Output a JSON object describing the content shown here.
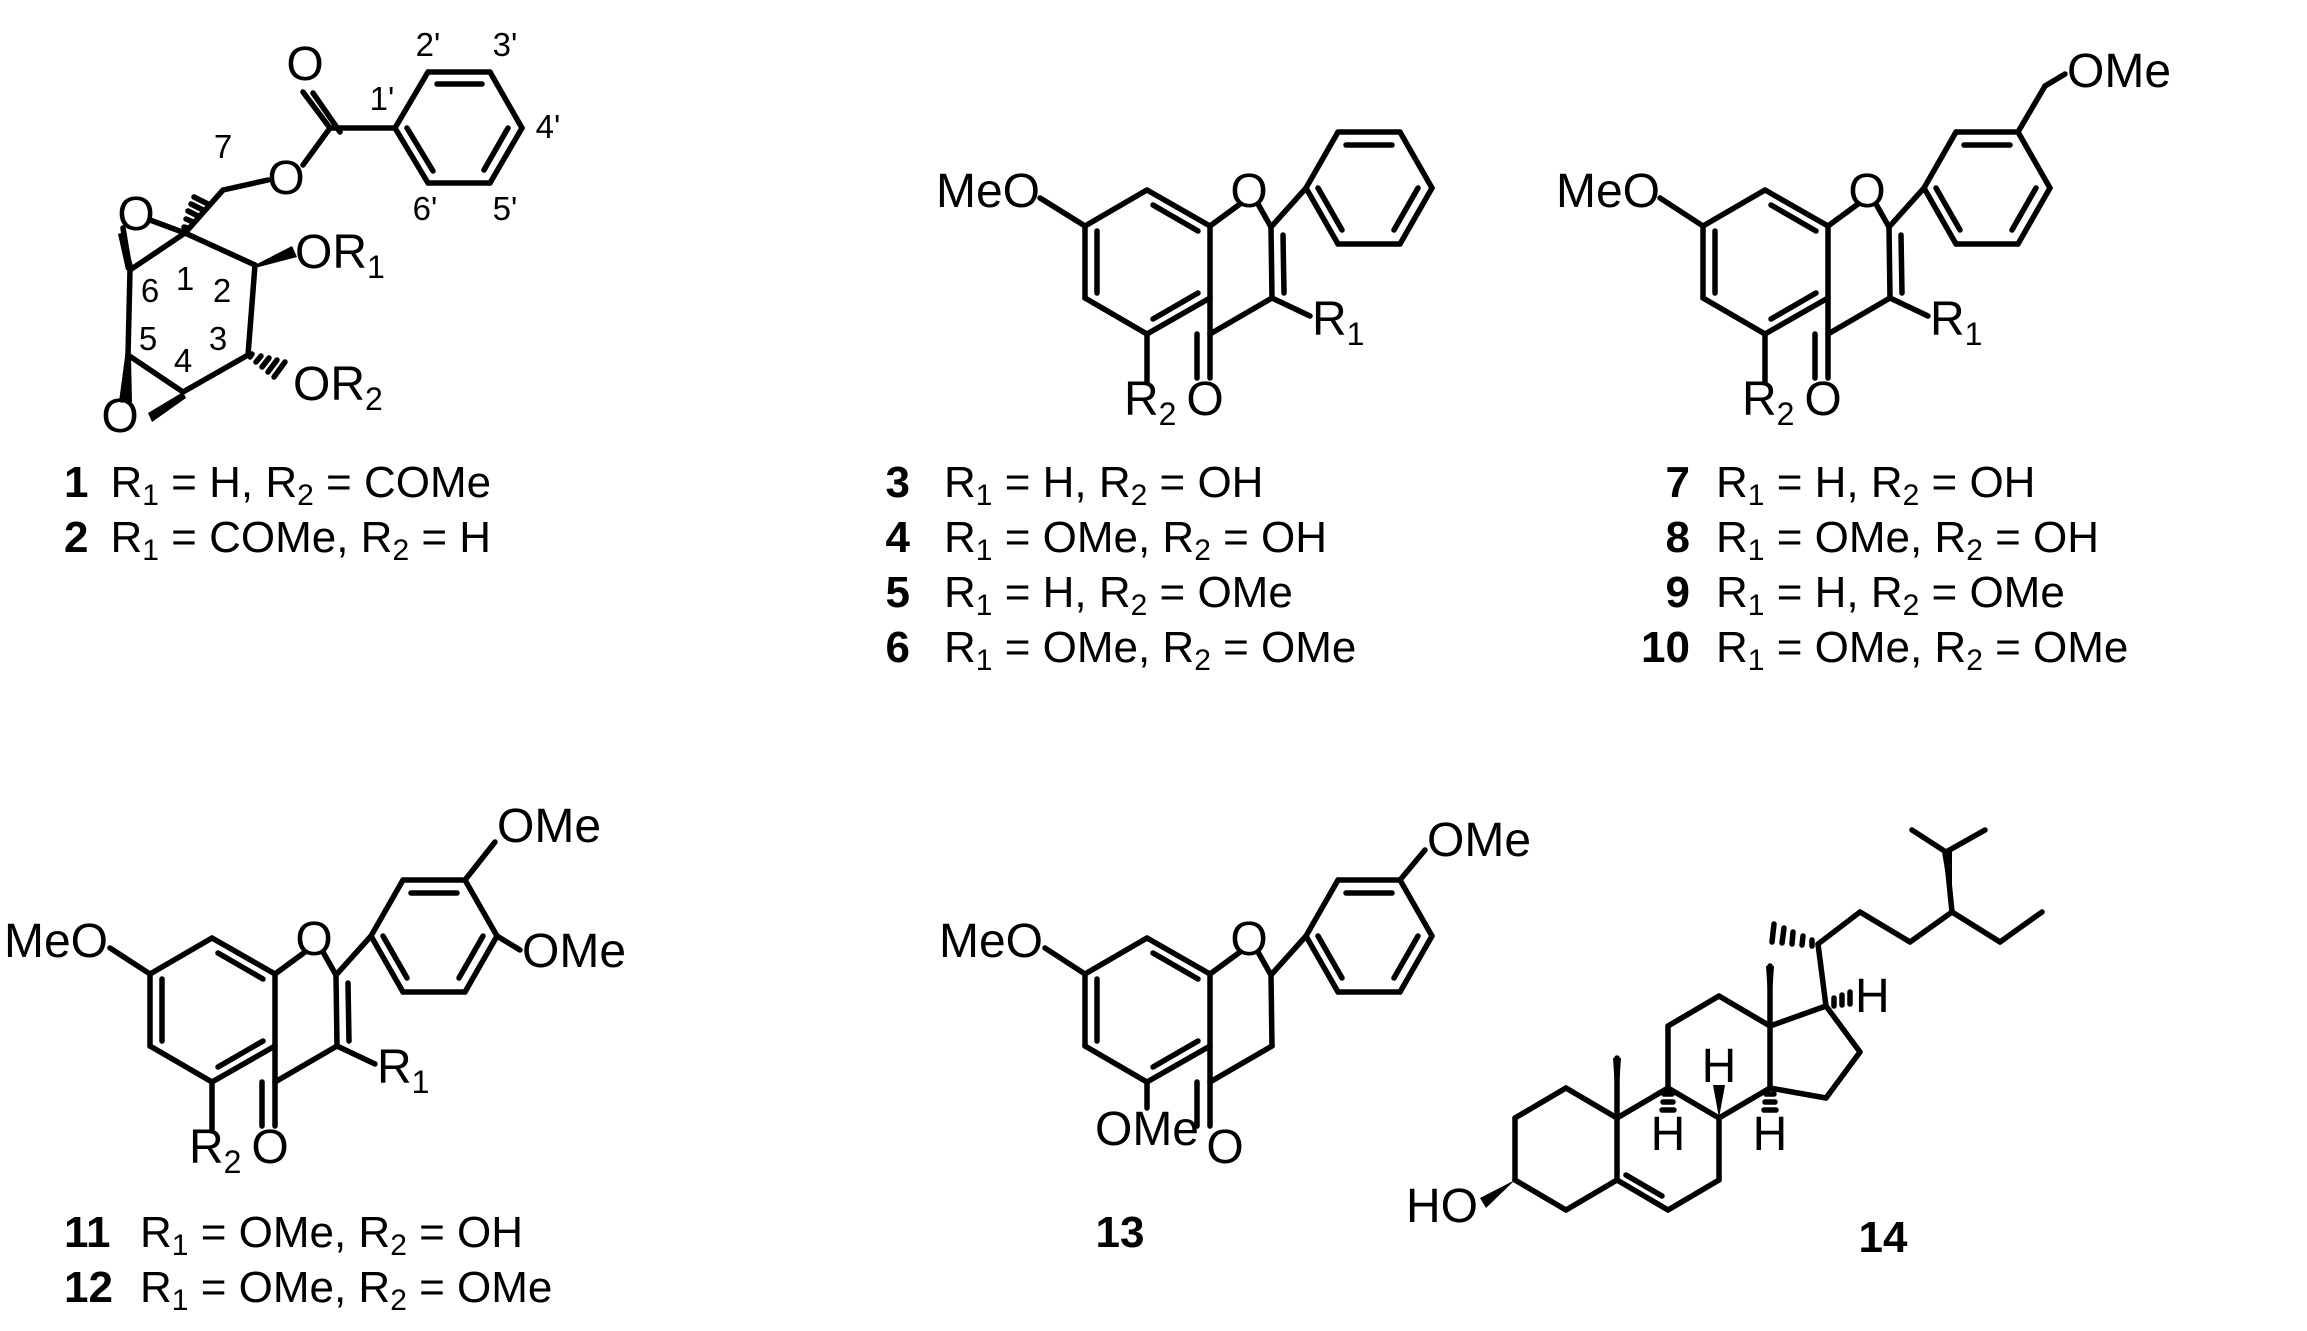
{
  "figure": {
    "atoms": {
      "O": "O",
      "H": "H",
      "MeO": "MeO",
      "OMe": "OMe",
      "HO": "HO",
      "R": "R",
      "OR": "OR",
      "sub1": "1",
      "sub2": "2"
    },
    "positions": {
      "p1": "1",
      "p2": "2",
      "p3": "3",
      "p4": "4",
      "p5": "5",
      "p6": "6",
      "p7": "7",
      "p1p": "1'",
      "p2p": "2'",
      "p3p": "3'",
      "p4p": "4'",
      "p5p": "5'",
      "p6p": "6'"
    },
    "compounds": [
      {
        "id": "1",
        "eq1": " = H, ",
        "eq2": " = COMe"
      },
      {
        "id": "2",
        "eq1": " = COMe, ",
        "eq2": " = H"
      },
      {
        "id": "3",
        "eq1": " = H, ",
        "eq2": " = OH"
      },
      {
        "id": "4",
        "eq1": " = OMe, ",
        "eq2": " = OH"
      },
      {
        "id": "5",
        "eq1": " = H, ",
        "eq2": " = OMe"
      },
      {
        "id": "6",
        "eq1": " = OMe, ",
        "eq2": " = OMe"
      },
      {
        "id": "7",
        "eq1": " = H, ",
        "eq2": " = OH"
      },
      {
        "id": "8",
        "eq1": " = OMe, ",
        "eq2": " = OH"
      },
      {
        "id": "9",
        "eq1": " = H, ",
        "eq2": " = OMe"
      },
      {
        "id": "10",
        "eq1": " = OMe, ",
        "eq2": " = OMe"
      },
      {
        "id": "11",
        "eq1": " = OMe, ",
        "eq2": " = OH"
      },
      {
        "id": "12",
        "eq1": " = OMe, ",
        "eq2": " = OMe"
      }
    ],
    "single_labels": [
      "13",
      "14"
    ]
  }
}
